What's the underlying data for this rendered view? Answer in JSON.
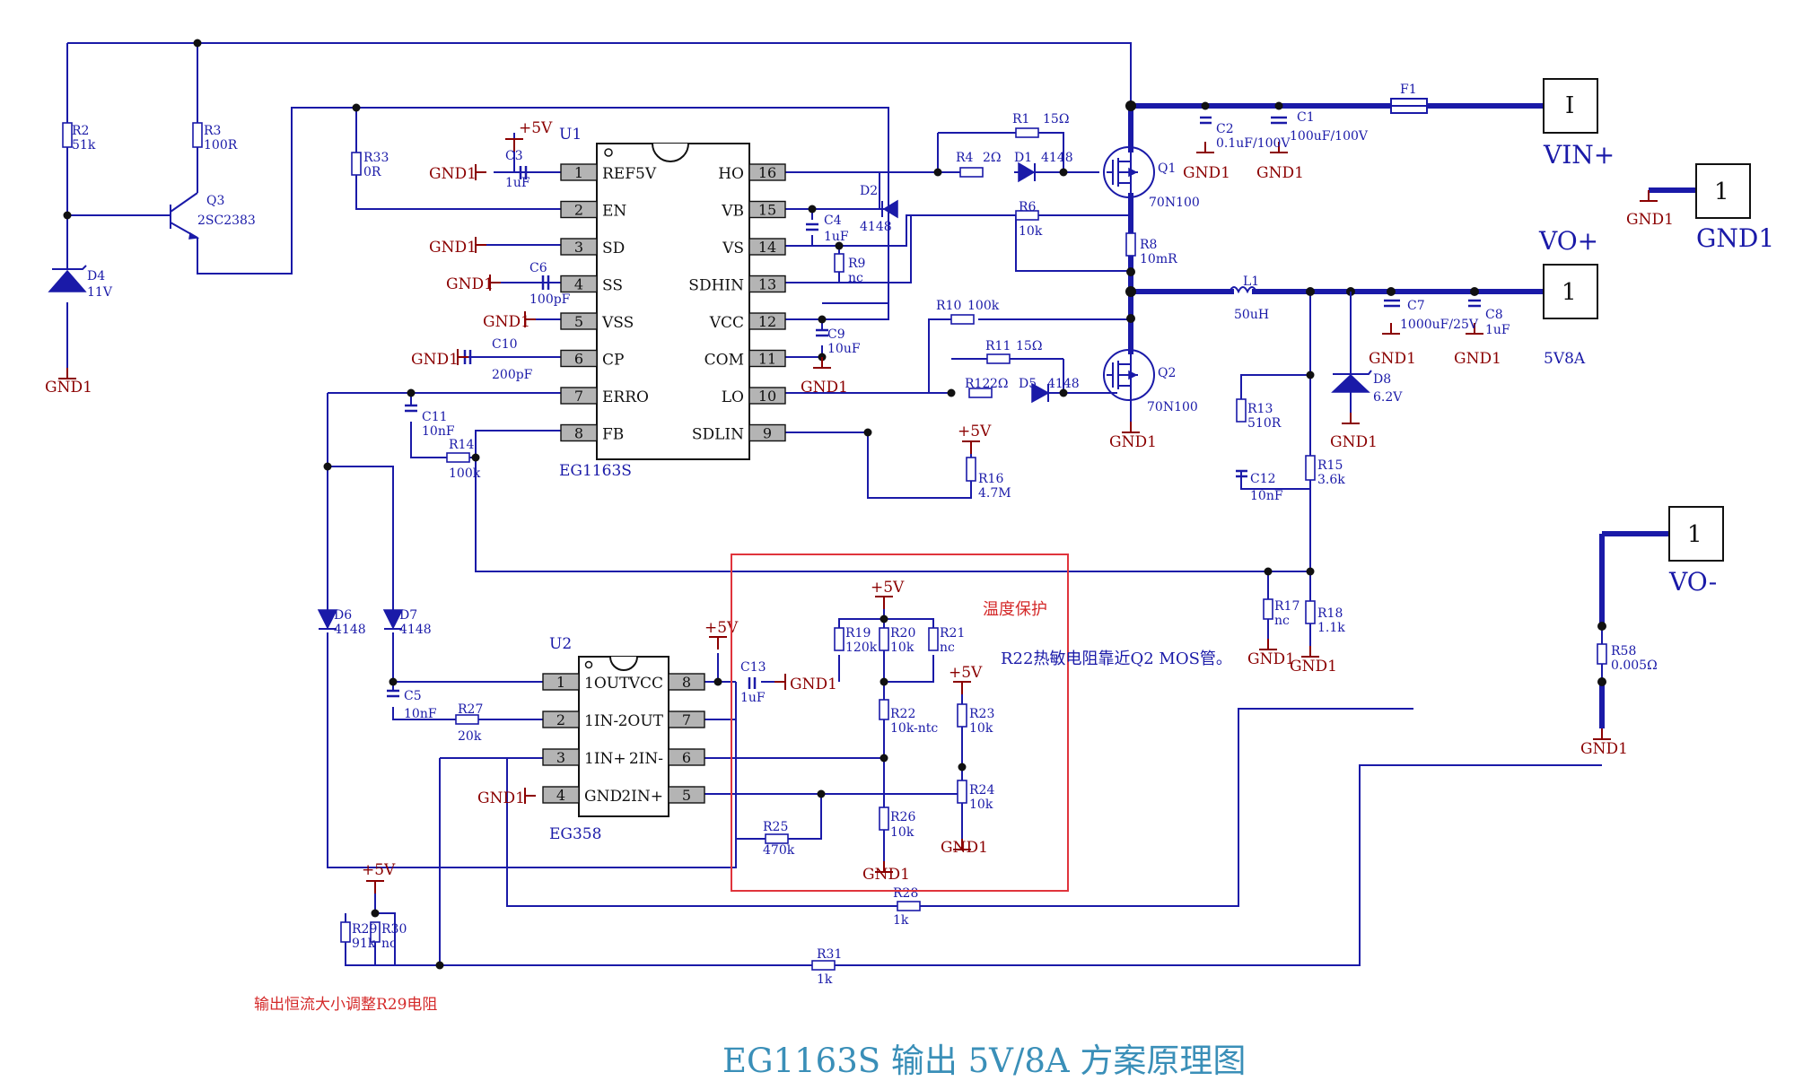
{
  "title": "EG1163S 输出 5V/8A 方案原理图",
  "annotations": {
    "temp_title": "温度保护",
    "temp_note": "R22热敏电阻靠近Q2 MOS管。",
    "current_note": "输出恒流大小调整R29电阻",
    "rating": "5V8A"
  },
  "gnd": "GND1",
  "plus5v": "+5V",
  "u1": {
    "ref": "U1",
    "part": "EG1163S",
    "pins_left": [
      {
        "num": "1",
        "name": "REF5V"
      },
      {
        "num": "2",
        "name": "EN"
      },
      {
        "num": "3",
        "name": "SD"
      },
      {
        "num": "4",
        "name": "SS"
      },
      {
        "num": "5",
        "name": "VSS"
      },
      {
        "num": "6",
        "name": "CP"
      },
      {
        "num": "7",
        "name": "ERRO"
      },
      {
        "num": "8",
        "name": "FB"
      }
    ],
    "pins_right": [
      {
        "num": "16",
        "name": "HO"
      },
      {
        "num": "15",
        "name": "VB"
      },
      {
        "num": "14",
        "name": "VS"
      },
      {
        "num": "13",
        "name": "SDHIN"
      },
      {
        "num": "12",
        "name": "VCC"
      },
      {
        "num": "11",
        "name": "COM"
      },
      {
        "num": "10",
        "name": "LO"
      },
      {
        "num": "9",
        "name": "SDLIN"
      }
    ]
  },
  "u2": {
    "ref": "U2",
    "part": "EG358",
    "pins_left": [
      {
        "num": "1",
        "name": "1OUT"
      },
      {
        "num": "2",
        "name": "1IN-"
      },
      {
        "num": "3",
        "name": "1IN+"
      },
      {
        "num": "4",
        "name": "GND"
      }
    ],
    "pins_right": [
      {
        "num": "8",
        "name": "VCC"
      },
      {
        "num": "7",
        "name": "2OUT"
      },
      {
        "num": "6",
        "name": "2IN-"
      },
      {
        "num": "5",
        "name": "2IN+"
      }
    ]
  },
  "connectors": {
    "vin_plus": {
      "num": "I",
      "label": "VIN+"
    },
    "gnd1": {
      "num": "1",
      "label": "GND1"
    },
    "vo_plus": {
      "num": "1",
      "label": "VO+"
    },
    "vo_minus": {
      "num": "1",
      "label": "VO-"
    }
  },
  "components": {
    "R1": {
      "ref": "R1",
      "val": "15Ω"
    },
    "R2": {
      "ref": "R2",
      "val": "51k"
    },
    "R3": {
      "ref": "R3",
      "val": "100R"
    },
    "R4": {
      "ref": "R4",
      "val": "2Ω"
    },
    "R6": {
      "ref": "R6",
      "val": "10k"
    },
    "R8": {
      "ref": "R8",
      "val": "10mR"
    },
    "R9": {
      "ref": "R9",
      "val": "nc"
    },
    "R10": {
      "ref": "R10",
      "val": "100k"
    },
    "R11": {
      "ref": "R11",
      "val": "15Ω"
    },
    "R12": {
      "ref": "R12",
      "val": "2Ω"
    },
    "R13": {
      "ref": "R13",
      "val": "510R"
    },
    "R14": {
      "ref": "R14",
      "val": "100k"
    },
    "R15": {
      "ref": "R15",
      "val": "3.6k"
    },
    "R16": {
      "ref": "R16",
      "val": "4.7M"
    },
    "R17": {
      "ref": "R17",
      "val": "nc"
    },
    "R18": {
      "ref": "R18",
      "val": "1.1k"
    },
    "R19": {
      "ref": "R19",
      "val": "120k"
    },
    "R20": {
      "ref": "R20",
      "val": "10k"
    },
    "R21": {
      "ref": "R21",
      "val": "nc"
    },
    "R22": {
      "ref": "R22",
      "val": "10k-ntc"
    },
    "R23": {
      "ref": "R23",
      "val": "10k"
    },
    "R24": {
      "ref": "R24",
      "val": "10k"
    },
    "R25": {
      "ref": "R25",
      "val": "470k"
    },
    "R26": {
      "ref": "R26",
      "val": "10k"
    },
    "R27": {
      "ref": "R27",
      "val": "20k"
    },
    "R28": {
      "ref": "R28",
      "val": "1k"
    },
    "R29": {
      "ref": "R29",
      "val": "91k"
    },
    "R30": {
      "ref": "R30",
      "val": "nc"
    },
    "R31": {
      "ref": "R31",
      "val": "1k"
    },
    "R33": {
      "ref": "R33",
      "val": "0R"
    },
    "R58": {
      "ref": "R58",
      "val": "0.005Ω"
    },
    "C1": {
      "ref": "C1",
      "val": "100uF/100V"
    },
    "C2": {
      "ref": "C2",
      "val": "0.1uF/100V"
    },
    "C3": {
      "ref": "C3",
      "val": "1uF"
    },
    "C4": {
      "ref": "C4",
      "val": "1uF"
    },
    "C5": {
      "ref": "C5",
      "val": "10nF"
    },
    "C6": {
      "ref": "C6",
      "val": "100pF"
    },
    "C7": {
      "ref": "C7",
      "val": "1000uF/25V"
    },
    "C8": {
      "ref": "C8",
      "val": "1uF"
    },
    "C9": {
      "ref": "C9",
      "val": "10uF"
    },
    "C10": {
      "ref": "C10",
      "val": "200pF"
    },
    "C11": {
      "ref": "C11",
      "val": "10nF"
    },
    "C12": {
      "ref": "C12",
      "val": "10nF"
    },
    "C13": {
      "ref": "C13",
      "val": "1uF"
    },
    "D1": {
      "ref": "D1",
      "val": "4148"
    },
    "D2": {
      "ref": "D2",
      "val": "4148"
    },
    "D4": {
      "ref": "D4",
      "val": "11V"
    },
    "D5": {
      "ref": "D5",
      "val": "4148"
    },
    "D6": {
      "ref": "D6",
      "val": "4148"
    },
    "D7": {
      "ref": "D7",
      "val": "4148"
    },
    "D8": {
      "ref": "D8",
      "val": "6.2V"
    },
    "Q1": {
      "ref": "Q1",
      "val": "70N100"
    },
    "Q2": {
      "ref": "Q2",
      "val": "70N100"
    },
    "Q3": {
      "ref": "Q3",
      "val": "2SC2383"
    },
    "L1": {
      "ref": "L1",
      "val": "50uH"
    },
    "F1": {
      "ref": "F1",
      "val": ""
    }
  }
}
